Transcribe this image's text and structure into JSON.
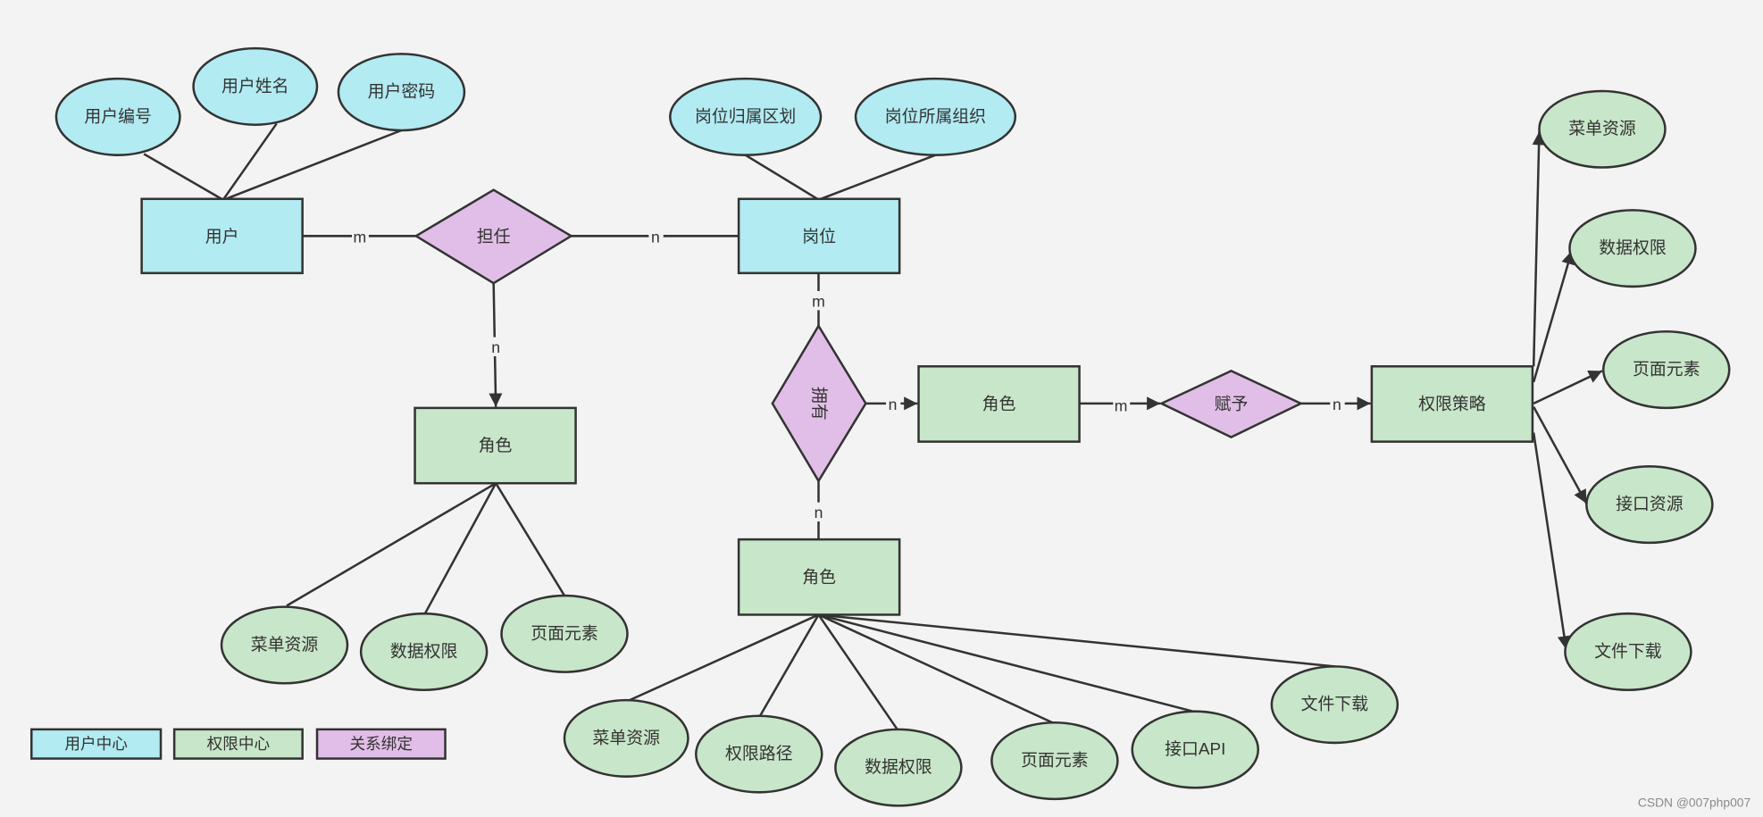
{
  "colors": {
    "background": "#f3f3f3",
    "user_center": "#b2ebf2",
    "permission_center": "#c8e6c9",
    "relation_binding": "#e1bee7",
    "stroke": "#333333"
  },
  "entities": {
    "user": "用户",
    "post": "岗位",
    "role_left": "角色",
    "role_right": "角色",
    "role_bottom": "角色",
    "policy": "权限策略"
  },
  "relations": {
    "hold": "担任",
    "own": "拥有",
    "grant": "赋予"
  },
  "attributes": {
    "user": [
      "用户编号",
      "用户姓名",
      "用户密码"
    ],
    "post": [
      "岗位归属区划",
      "岗位所属组织"
    ],
    "role_left": [
      "菜单资源",
      "数据权限",
      "页面元素"
    ],
    "role_bottom": [
      "菜单资源",
      "权限路径",
      "数据权限",
      "页面元素",
      "接口API",
      "文件下载"
    ],
    "policy": [
      "菜单资源",
      "数据权限",
      "页面元素",
      "接口资源",
      "文件下载"
    ]
  },
  "cardinalities": {
    "user_hold": "m",
    "hold_post": "n",
    "hold_role": "n",
    "post_own": "m",
    "own_role_bottom": "n",
    "own_role_right": "n",
    "role_grant": "m",
    "grant_policy": "n"
  },
  "legend": [
    {
      "label": "用户中心",
      "color": "#b2ebf2"
    },
    {
      "label": "权限中心",
      "color": "#c8e6c9"
    },
    {
      "label": "关系绑定",
      "color": "#e1bee7"
    }
  ],
  "watermark": "CSDN @007php007"
}
